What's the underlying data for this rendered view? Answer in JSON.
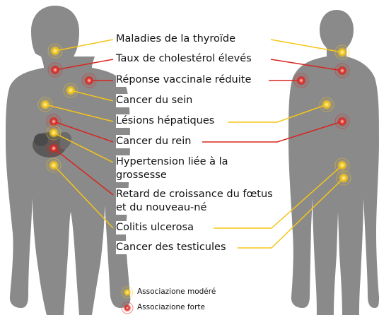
{
  "labels": [
    {
      "key": "thyroid",
      "text": "Maladies de la thyroïde"
    },
    {
      "key": "cholesterol",
      "text": "Taux de cholestérol élevés"
    },
    {
      "key": "vaccine",
      "text": "Réponse vaccinale réduite"
    },
    {
      "key": "breast",
      "text": "Cancer du sein"
    },
    {
      "key": "liver",
      "text": "Lésions hépatiques"
    },
    {
      "key": "kidney",
      "text": "Cancer du rein"
    },
    {
      "key": "hypertension",
      "text": "Hypertension liée à la grossesse"
    },
    {
      "key": "growth",
      "text": "Retard de croissance du fœtus et du nouveau-né"
    },
    {
      "key": "colitis",
      "text": "Colitis ulcerosa"
    },
    {
      "key": "testicular",
      "text": "Cancer des testicules"
    }
  ],
  "legend": {
    "moderate_label": "Associazione modéré",
    "strong_label": "Associazione forte"
  },
  "colors": {
    "moderate": "#f5c518",
    "strong": "#d7261e",
    "silhouette": "#8a8a8a",
    "organ": "#5a5a5a"
  }
}
